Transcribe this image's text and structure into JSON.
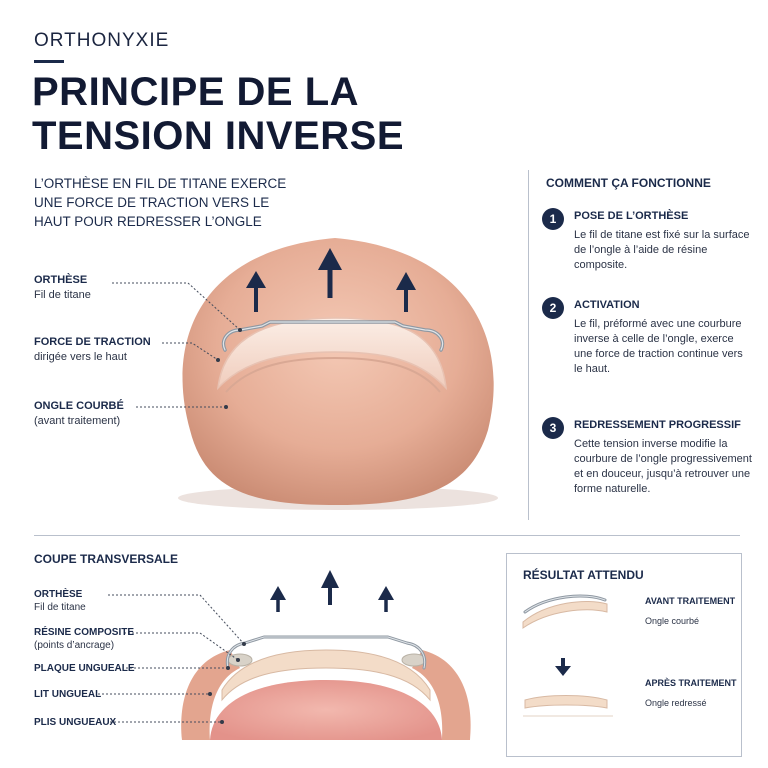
{
  "header": {
    "kicker": "ORTHONYXIE",
    "title_line1": "PRINCIPE DE LA",
    "title_line2": "TENSION INVERSE",
    "intro": "L’orthèse en fil de titane exerce une force de traction vers le haut pour redresser l’ongle"
  },
  "main_labels": [
    {
      "title": "ORTHÈSE",
      "sub": "Fil de titane"
    },
    {
      "title": "FORCE DE TRACTION",
      "sub": "dirigée vers le haut"
    },
    {
      "title": "ONGLE COURBÉ",
      "sub": "(avant traitement)"
    }
  ],
  "how": {
    "title": "COMMENT ÇA FONCTIONNE",
    "steps": [
      {
        "num": "1",
        "title": "POSE DE L’ORTHÈSE",
        "desc": "Le fil de titane est fixé sur la surface de l’ongle à l’aide de résine composite."
      },
      {
        "num": "2",
        "title": "ACTIVATION",
        "desc": "Le fil, préformé avec une courbure inverse à celle de l’ongle, exerce une force de traction continue vers le haut."
      },
      {
        "num": "3",
        "title": "REDRESSEMENT PROGRESSIF",
        "desc": "Cette tension inverse modifie la courbure de l’ongle progressivement et en douceur, jusqu’à retrouver une forme naturelle."
      }
    ]
  },
  "coupe": {
    "title": "COUPE TRANSVERSALE",
    "labels": [
      {
        "title": "ORTHÈSE",
        "sub": "Fil de titane"
      },
      {
        "title": "RÉSINE COMPOSITE",
        "sub": "(points d’ancrage)"
      },
      {
        "title": "PLAQUE UNGUEALE",
        "sub": ""
      },
      {
        "title": "LIT UNGUEAL",
        "sub": ""
      },
      {
        "title": "PLIS UNGUEAUX",
        "sub": ""
      }
    ]
  },
  "result": {
    "title": "RÉSULTAT ATTENDU",
    "before_title": "AVANT TRAITEMENT",
    "before_sub": "Ongle courbé",
    "after_title": "APRÈS TRAITEMENT",
    "after_sub": "Ongle redressé"
  },
  "colors": {
    "navy": "#1b2a4a",
    "skin": "#e6ad96",
    "nail": "#f6ddd0",
    "wire": "#9aa3ad"
  }
}
